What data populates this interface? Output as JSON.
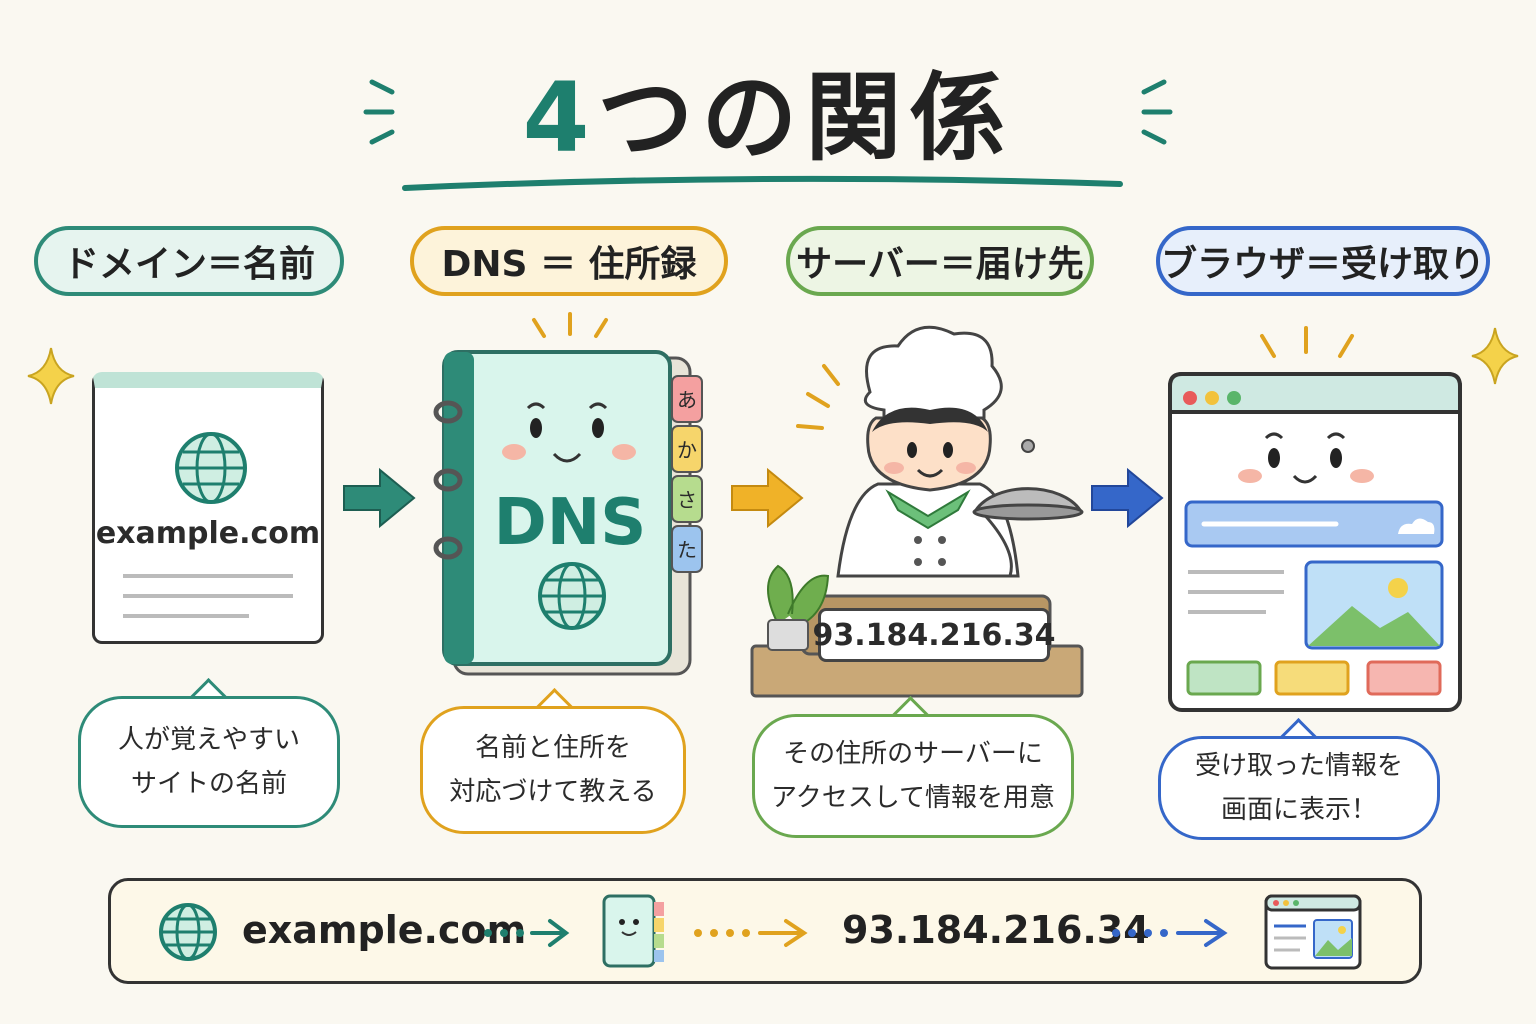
{
  "title": {
    "number": "4",
    "rest": "つの関係"
  },
  "roles": [
    {
      "label": "ドメイン＝名前",
      "color": "#2e8b78",
      "bg": "#e6f4ef"
    },
    {
      "label": "DNS ＝ 住所録",
      "color": "#e0a21e",
      "bg": "#fdf3da"
    },
    {
      "label": "サーバー＝届け先",
      "color": "#6aa84f",
      "bg": "#edf5e4"
    },
    {
      "label": "ブラウザ＝受け取り",
      "color": "#3567c9",
      "bg": "#e7effb"
    }
  ],
  "domain_card": {
    "text": "example.com"
  },
  "dns_book": {
    "text": "DNS",
    "tabs": [
      "あ",
      "か",
      "さ",
      "た"
    ]
  },
  "server": {
    "ip": "93.184.216.34"
  },
  "descriptions": [
    "人が覚えやすい\nサイトの名前",
    "名前と住所を\n対応づけて教える",
    "その住所のサーバーに\nアクセスして情報を用意",
    "受け取った情報を\n画面に表示！"
  ],
  "flow": {
    "domain": "example.com",
    "ip": "93.184.216.34"
  },
  "icons": [
    "globe-icon",
    "address-book-icon",
    "chef-icon",
    "browser-window-icon",
    "arrow-right-icon",
    "sparkle-icon"
  ]
}
